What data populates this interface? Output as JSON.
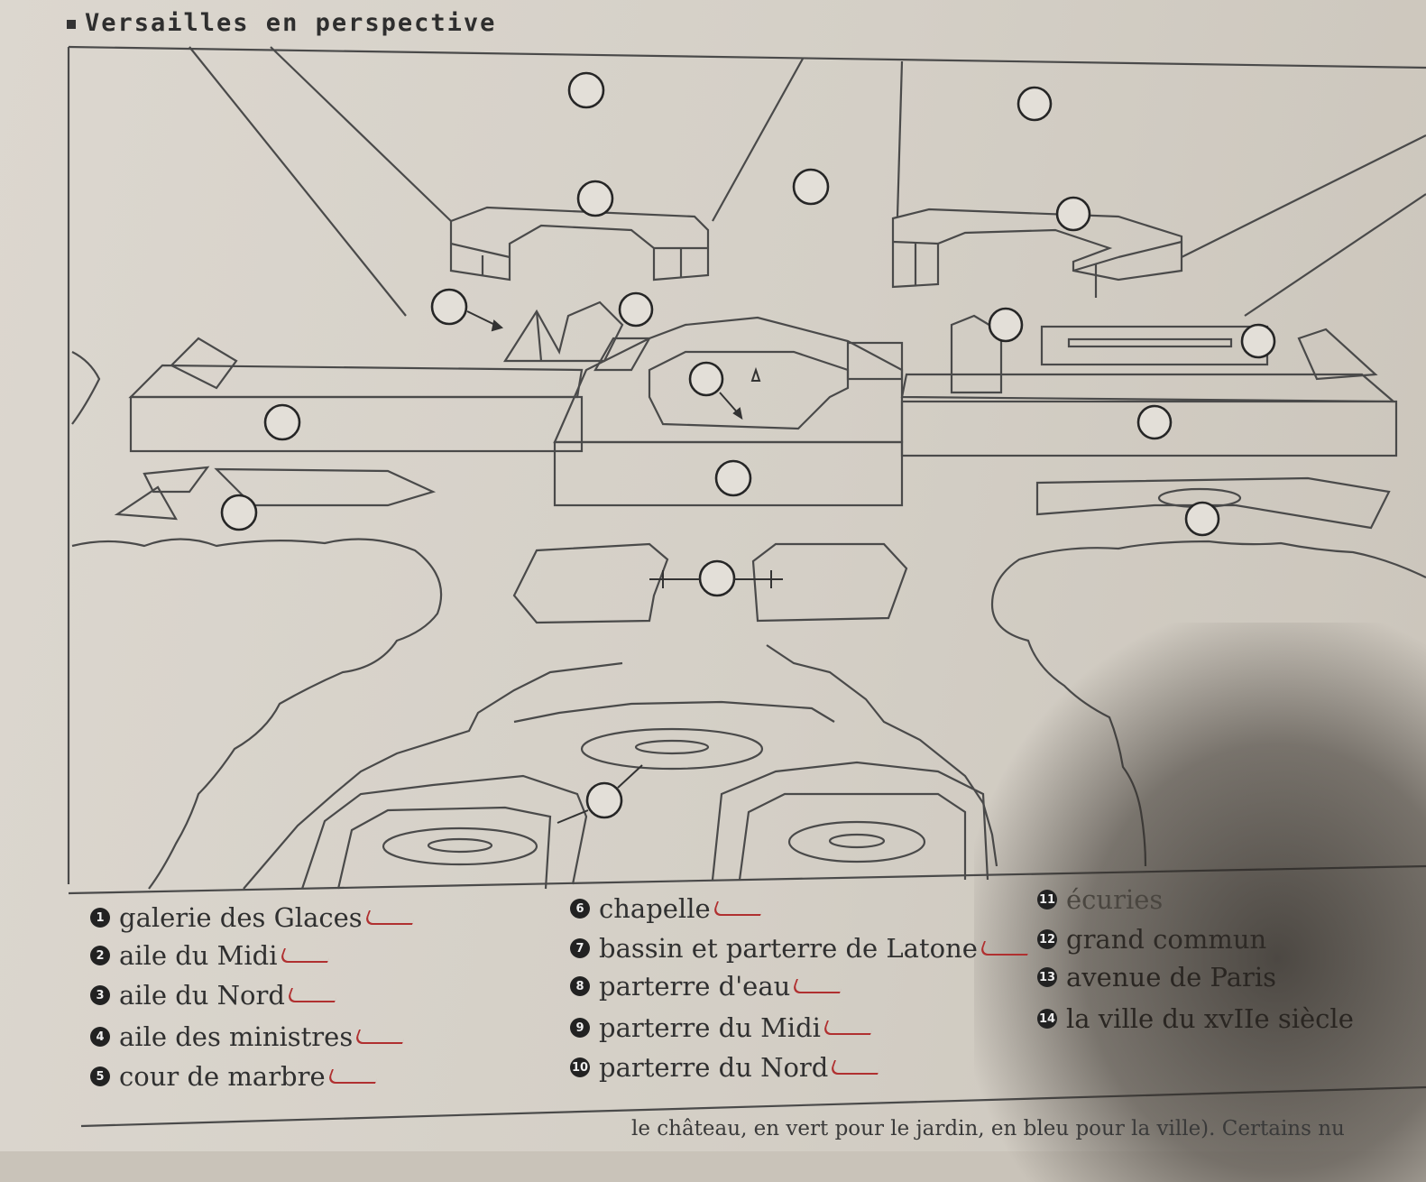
{
  "title": "Versailles en perspective",
  "legend": {
    "col1": [
      {
        "num": "1",
        "label": "galerie des Glaces"
      },
      {
        "num": "2",
        "label": "aile du Midi"
      },
      {
        "num": "3",
        "label": "aile du Nord"
      },
      {
        "num": "4",
        "label": "aile des ministres"
      },
      {
        "num": "5",
        "label": "cour de marbre"
      }
    ],
    "col2": [
      {
        "num": "6",
        "label": "chapelle"
      },
      {
        "num": "7",
        "label": "bassin et parterre de Latone"
      },
      {
        "num": "8",
        "label": "parterre d'eau"
      },
      {
        "num": "9",
        "label": "parterre du Midi"
      },
      {
        "num": "10",
        "label": "parterre du Nord"
      }
    ],
    "col3": [
      {
        "num": "11",
        "label": "écuries"
      },
      {
        "num": "12",
        "label": "grand commun"
      },
      {
        "num": "13",
        "label": "avenue de Paris"
      },
      {
        "num": "14",
        "label": "la ville du xvIIe siècle"
      }
    ]
  },
  "footer_text": "le château, en vert pour le jardin, en bleu pour la ville). Certains nu",
  "colors": {
    "annotation": "#b03030",
    "ink": "#303030"
  }
}
